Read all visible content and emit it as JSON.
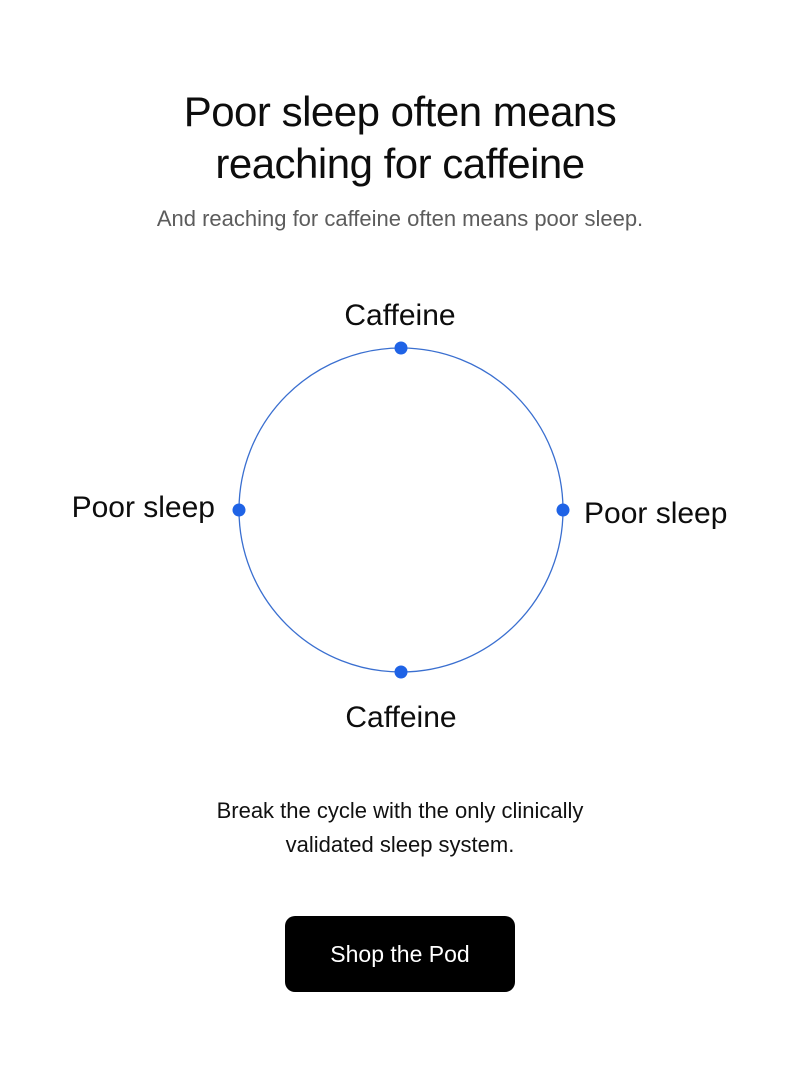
{
  "headline": {
    "line1": "Poor sleep often means",
    "line2": "reaching for caffeine"
  },
  "subhead": "And reaching for caffeine often means poor sleep.",
  "diagram": {
    "nodes": [
      {
        "position": "top",
        "label": "Caffeine"
      },
      {
        "position": "right",
        "label": "Poor sleep"
      },
      {
        "position": "bottom",
        "label": "Caffeine"
      },
      {
        "position": "left",
        "label": "Poor sleep"
      }
    ],
    "colors": {
      "ring": "#3a6fd0",
      "node": "#1f63e6"
    }
  },
  "body": {
    "line1": "Break the cycle with the only clinically",
    "line2": "validated sleep system."
  },
  "cta": {
    "label": "Shop the Pod",
    "background": "#000000",
    "text_color": "#ffffff"
  }
}
